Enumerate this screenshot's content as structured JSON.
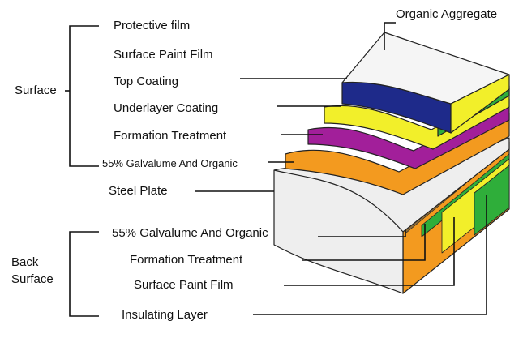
{
  "diagram": {
    "top_right_label": "Organic Aggregate",
    "surface_group": {
      "label": "Surface",
      "layers": [
        "Protective film",
        "Surface Paint Film",
        "Top Coating",
        "Underlayer Coating",
        "Formation Treatment",
        "55% Galvalume And Organic"
      ]
    },
    "core_label": "Steel Plate",
    "back_group": {
      "label_line1": "Back",
      "label_line2": "Surface",
      "layers": [
        "55% Galvalume And Organic",
        "Formation Treatment",
        "Surface Paint Film",
        "Insulating Layer"
      ]
    },
    "colors": {
      "steel": "#eeeeee",
      "galvalume": "#f39a1f",
      "formation": "#a21f9a",
      "underlayer": "#f2ef2a",
      "top_coating": "#1e2a8a",
      "surface_film": "#f5f5f5",
      "green": "#2fae3a"
    }
  }
}
